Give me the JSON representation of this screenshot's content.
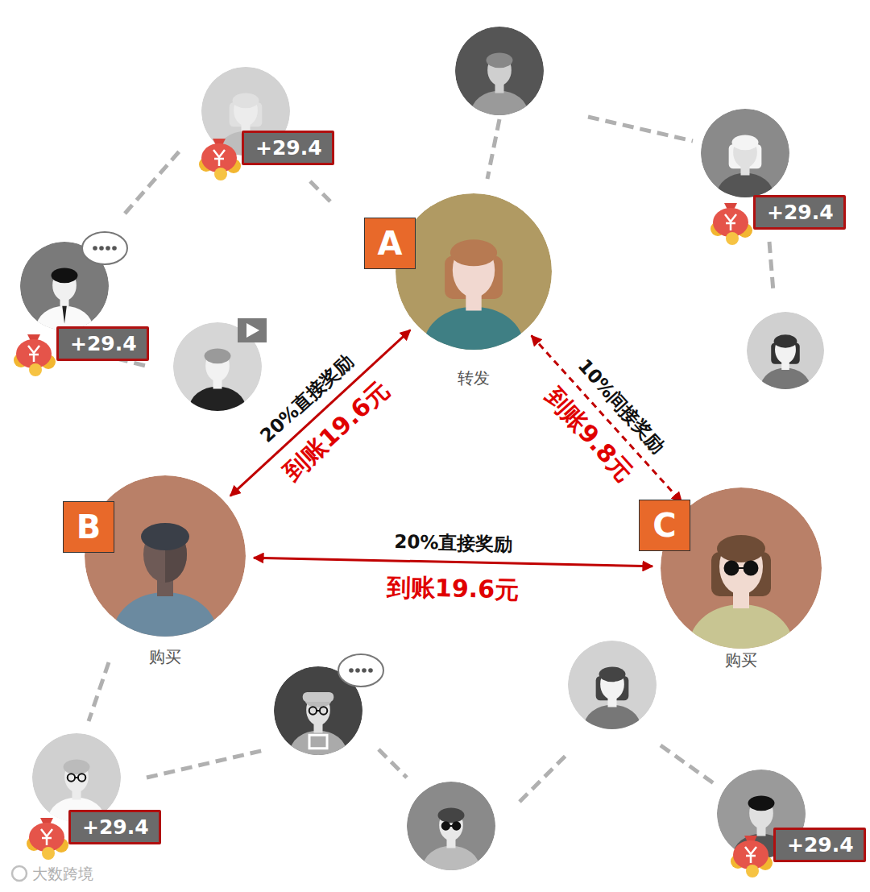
{
  "diagram": {
    "nodes": [
      {
        "text": [
          "A",
          "转发"
        ]
      },
      {
        "text": [
          "B",
          "购买"
        ]
      },
      {
        "text": [
          "C",
          "购买"
        ]
      }
    ],
    "edges": [
      {
        "from": 0,
        "to": 1,
        "arrow": "both",
        "label": "20%直接奖励"
      },
      {
        "from": 0,
        "to": 2,
        "arrow": "both",
        "label": "10%间接奖励"
      },
      {
        "from": 1,
        "to": 2,
        "arrow": "both",
        "label": "20%直接奖励"
      }
    ],
    "labels": [
      "+29.4",
      "+29.4",
      "+29.4",
      "到账19.6元",
      "到账9.8元",
      "到账19.6元",
      "+29.4",
      "+29.4",
      "大数跨境"
    ]
  }
}
